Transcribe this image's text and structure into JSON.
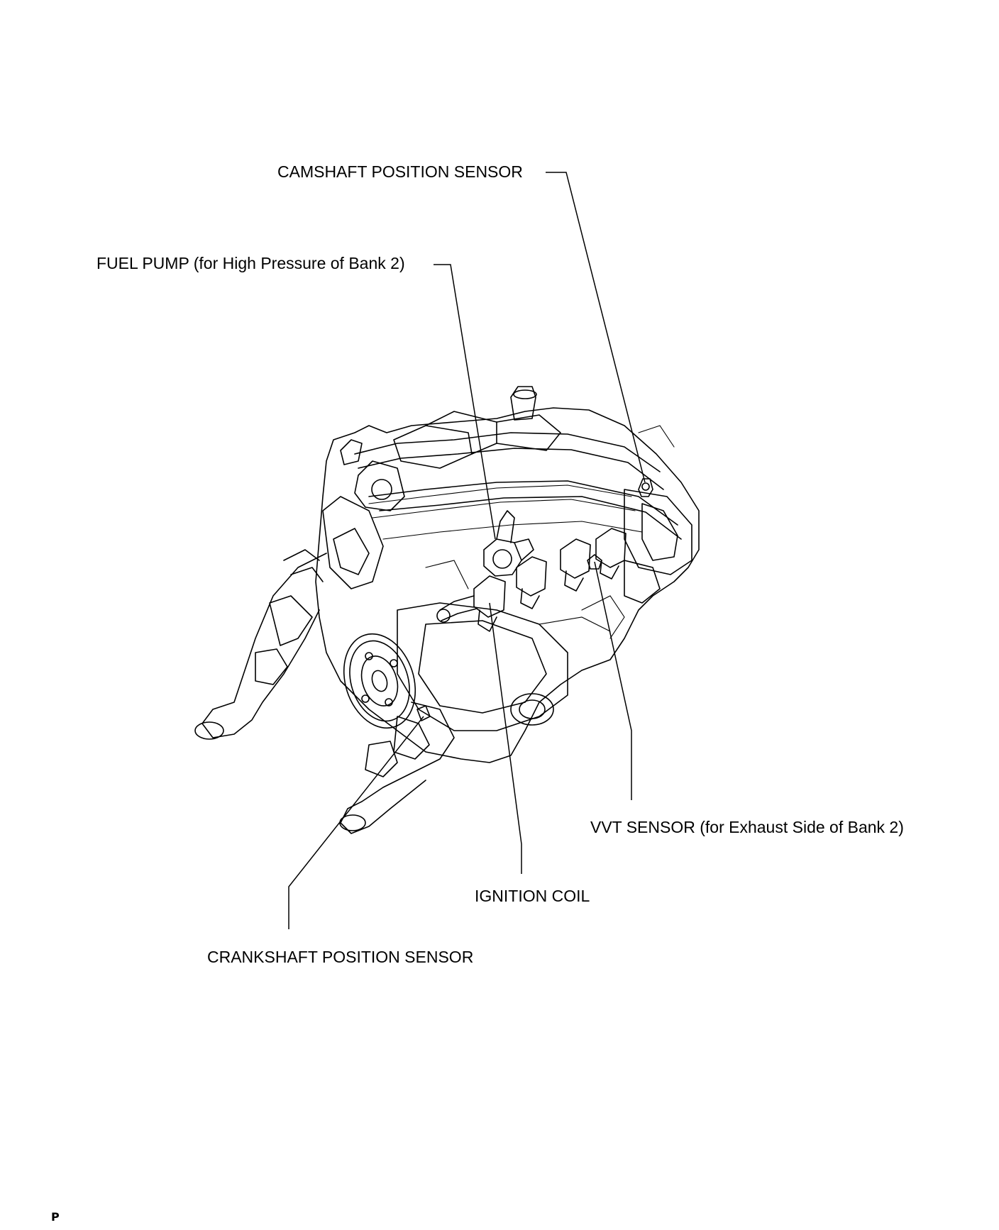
{
  "diagram": {
    "labels": {
      "camshaft_position_sensor": "CAMSHAFT POSITION SENSOR",
      "fuel_pump": "FUEL PUMP (for High Pressure of Bank 2)",
      "vvt_sensor": "VVT SENSOR (for Exhaust Side of Bank 2)",
      "ignition_coil": "IGNITION COIL",
      "crankshaft_position_sensor": "CRANKSHAFT POSITION SENSOR"
    },
    "corner_mark": "P"
  }
}
